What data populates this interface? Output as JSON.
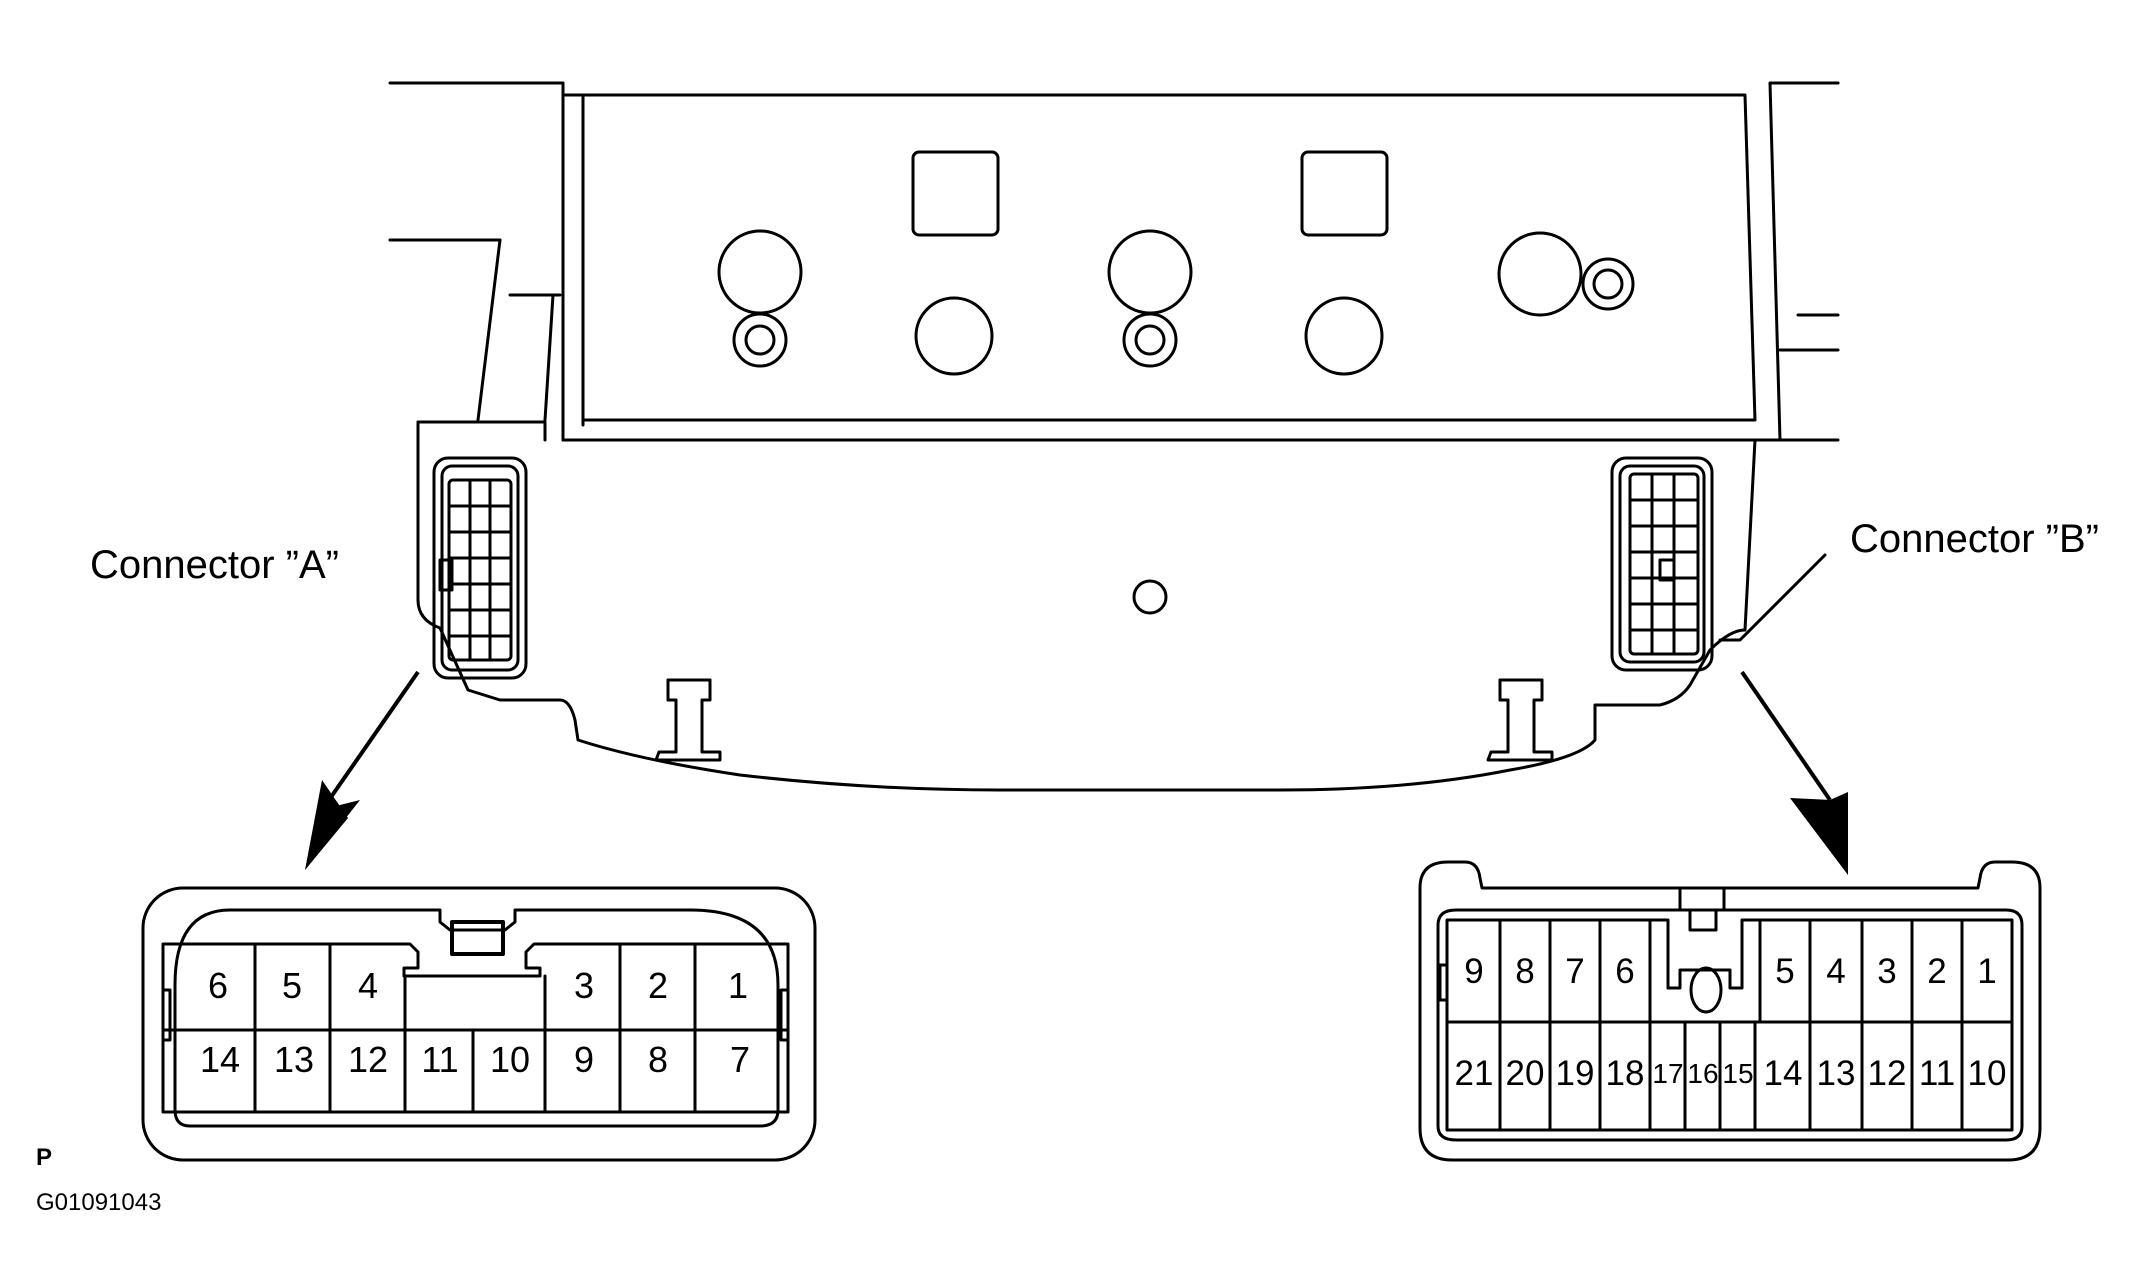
{
  "labels": {
    "connector_a": "Connector ”A”",
    "connector_b": "Connector ”B”",
    "corner_mark": "P",
    "figure_id": "G01091043"
  },
  "connector_a": {
    "top_row_left": [
      "6",
      "5",
      "4"
    ],
    "top_row_right": [
      "3",
      "2",
      "1"
    ],
    "bottom_row": [
      "14",
      "13",
      "12",
      "11",
      "10",
      "9",
      "8",
      "7"
    ]
  },
  "connector_b": {
    "top_row_left": [
      "9",
      "8",
      "7",
      "6"
    ],
    "top_row_right": [
      "5",
      "4",
      "3",
      "2",
      "1"
    ],
    "bottom_row": [
      "21",
      "20",
      "19",
      "18",
      "17",
      "16",
      "15",
      "14",
      "13",
      "12",
      "11",
      "10"
    ]
  },
  "colors": {
    "line": "#000000",
    "background": "#ffffff"
  },
  "icons": [
    "arrow-down-left-icon",
    "arrow-down-right-icon"
  ]
}
